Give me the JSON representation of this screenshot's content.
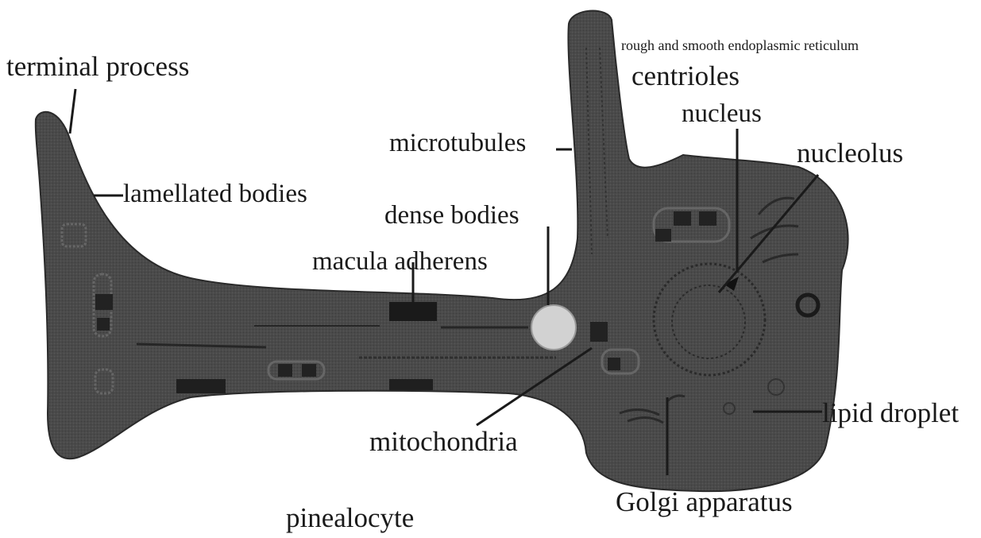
{
  "diagram": {
    "caption": "pinealocyte",
    "colors": {
      "cell_fill": "#4a4a4a",
      "cell_stroke": "#2a2a2a",
      "organelle": "#222222",
      "dense_body": "#d2d2d2",
      "leader": "#1a1a1a"
    },
    "labels": {
      "terminal_process": "terminal process",
      "lamellated_bodies": "lamellated bodies",
      "microtubules": "microtubules",
      "rough_smooth_er": "rough and smooth endoplasmic reticulum",
      "centrioles": "centrioles",
      "nucleus": "nucleus",
      "nucleolus": "nucleolus",
      "dense_bodies": "dense bodies",
      "macula_adherens": "macula adherens",
      "mitochondria": "mitochondria",
      "lipid_droplet": "lipid droplet",
      "golgi_apparatus": "Golgi apparatus"
    }
  }
}
